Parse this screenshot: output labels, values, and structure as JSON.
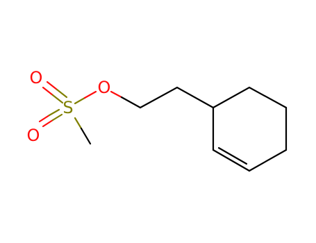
{
  "molecule": {
    "atoms": {
      "o_top": {
        "symbol": "O",
        "color": "#ff0d0d"
      },
      "o_bot": {
        "symbol": "O",
        "color": "#ff0d0d"
      },
      "sulfur": {
        "symbol": "S",
        "color": "#808000"
      },
      "o_ester": {
        "symbol": "O",
        "color": "#ff0d0d"
      }
    },
    "bond_color": "#000000"
  }
}
